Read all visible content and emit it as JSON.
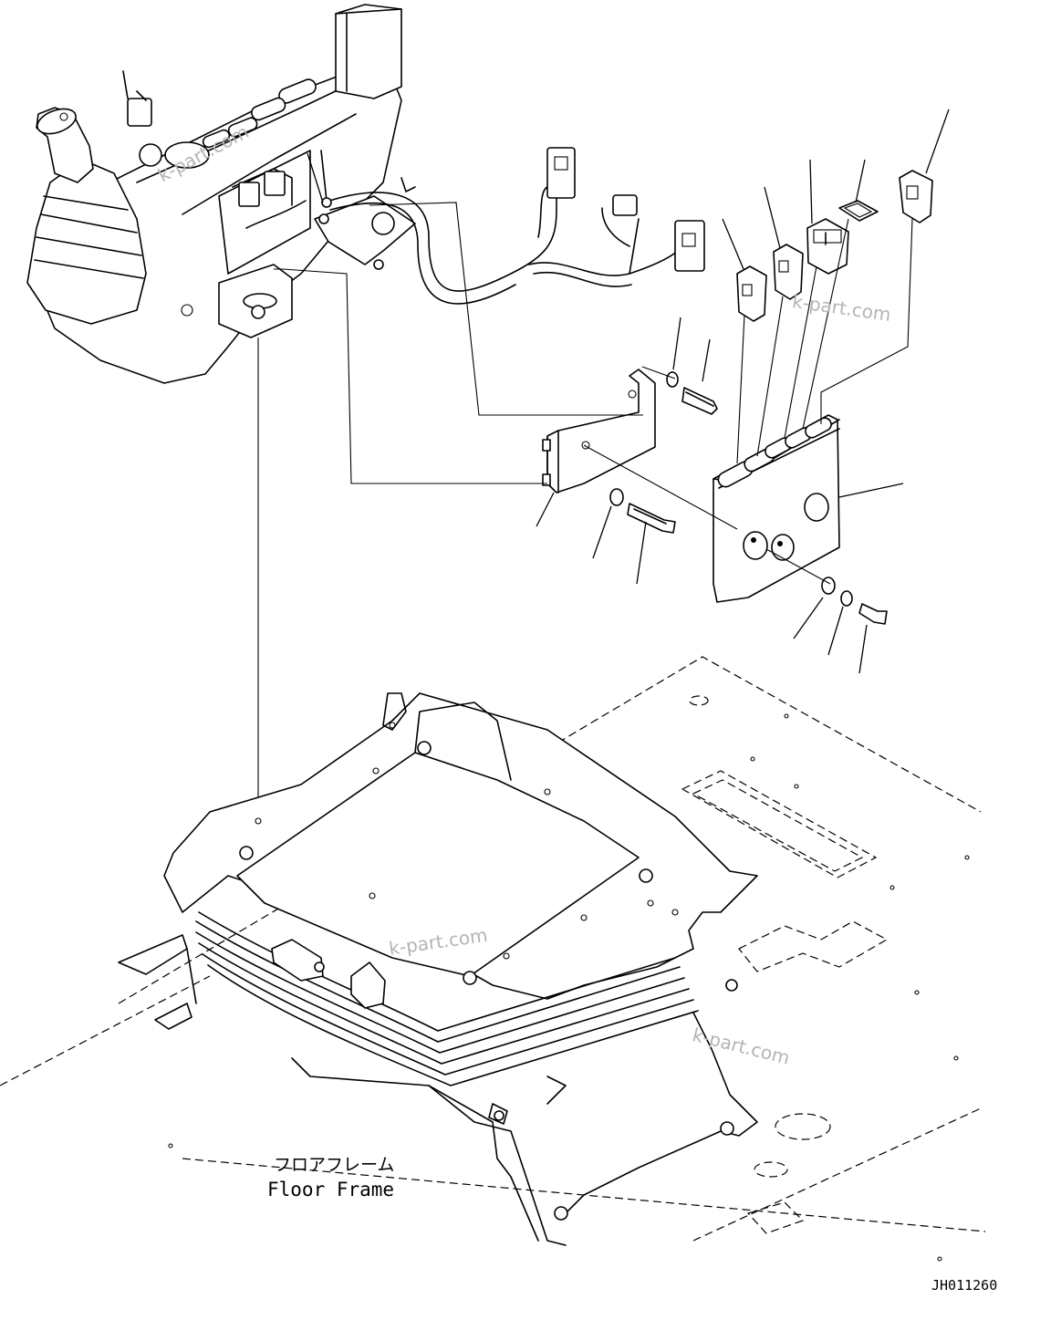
{
  "labels": {
    "floor_frame_jp": "フロアフレーム",
    "floor_frame_en": "Floor Frame",
    "drawing_id": "JH011260"
  },
  "watermarks": [
    "k-part.com",
    "k-part.com",
    "k-part.com",
    "k-part.com"
  ],
  "colors": {
    "line": "#000000",
    "background": "#ffffff",
    "watermark": "#b4b4b4"
  }
}
